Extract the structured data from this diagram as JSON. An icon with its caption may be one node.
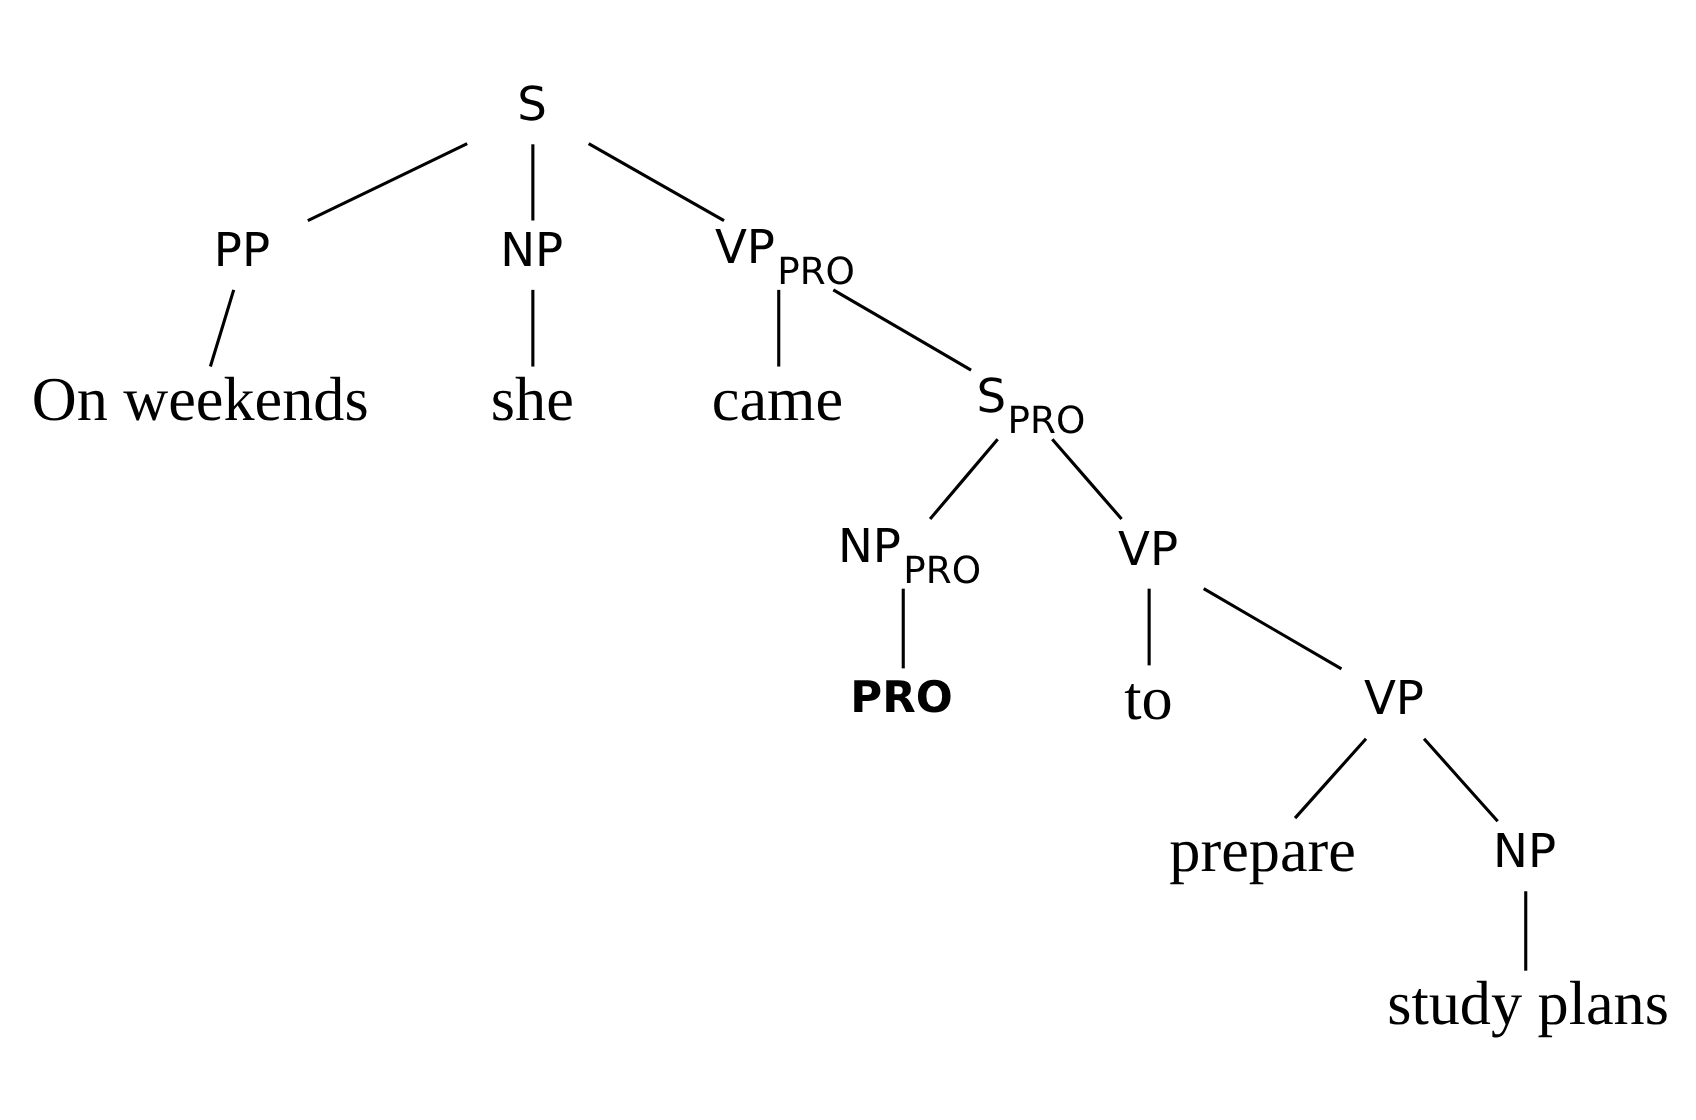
{
  "diagram": {
    "nodes": [
      {
        "text": [
          "S"
        ]
      },
      {
        "text": [
          "PP"
        ]
      },
      {
        "text": [
          "On weekends"
        ]
      },
      {
        "text": [
          "NP"
        ]
      },
      {
        "text": [
          "she"
        ]
      },
      {
        "text": [
          "VP$_{PRO}$"
        ]
      },
      {
        "text": [
          "came"
        ]
      },
      {
        "text": [
          "S$_{PRO}$"
        ]
      },
      {
        "text": [
          "NP$_{PRO}$"
        ]
      },
      {
        "text": [
          "PRO"
        ]
      },
      {
        "text": [
          "VP"
        ]
      },
      {
        "text": [
          "to"
        ]
      },
      {
        "text": [
          "VP"
        ]
      },
      {
        "text": [
          "prepare"
        ]
      },
      {
        "text": [
          "NP"
        ]
      },
      {
        "text": [
          "study plans"
        ]
      }
    ],
    "edges": [
      {
        "from": 0,
        "to": 1,
        "arrow": "none"
      },
      {
        "from": 1,
        "to": 2,
        "arrow": "none"
      },
      {
        "from": 0,
        "to": 3,
        "arrow": "none"
      },
      {
        "from": 3,
        "to": 4,
        "arrow": "none"
      },
      {
        "from": 0,
        "to": 5,
        "arrow": "none"
      },
      {
        "from": 5,
        "to": 6,
        "arrow": "none"
      },
      {
        "from": 5,
        "to": 7,
        "arrow": "none"
      },
      {
        "from": 7,
        "to": 8,
        "arrow": "none"
      },
      {
        "from": 8,
        "to": 9,
        "arrow": "none"
      },
      {
        "from": 7,
        "to": 10,
        "arrow": "none"
      },
      {
        "from": 10,
        "to": 11,
        "arrow": "none"
      },
      {
        "from": 10,
        "to": 12,
        "arrow": "none"
      },
      {
        "from": 12,
        "to": 13,
        "arrow": "none"
      },
      {
        "from": 12,
        "to": 14,
        "arrow": "none"
      },
      {
        "from": 14,
        "to": 15,
        "arrow": "none"
      }
    ]
  }
}
